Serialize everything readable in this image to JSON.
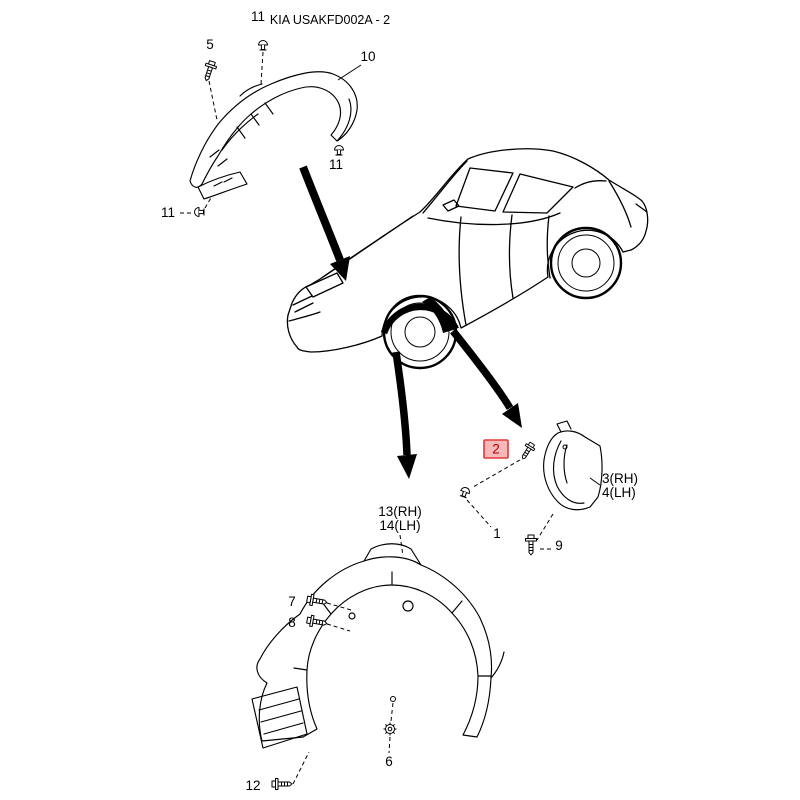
{
  "title": "KIA USAKFD002A - 2",
  "colors": {
    "line": "#000000",
    "highlight_border": "#e03a3a",
    "highlight_fill": "#f6b8b8",
    "highlight_text": "#b00000"
  },
  "callouts": {
    "top_left_clip_upper": "11",
    "top_left_bolt": "5",
    "top_left_cover": "10",
    "top_left_clip_mid": "11",
    "top_left_clip_lower": "11",
    "mudguard_screw": "2",
    "mudguard_rh": "3(RH)",
    "mudguard_lh": "4(LH)",
    "mudguard_grommet": "1",
    "mudguard_bolt": "9",
    "liner_rh": "13(RH)",
    "liner_lh": "14(LH)",
    "liner_bolt_upper": "7",
    "liner_bolt_lower": "8",
    "liner_nut": "6",
    "liner_bolt_bottom": "12"
  }
}
